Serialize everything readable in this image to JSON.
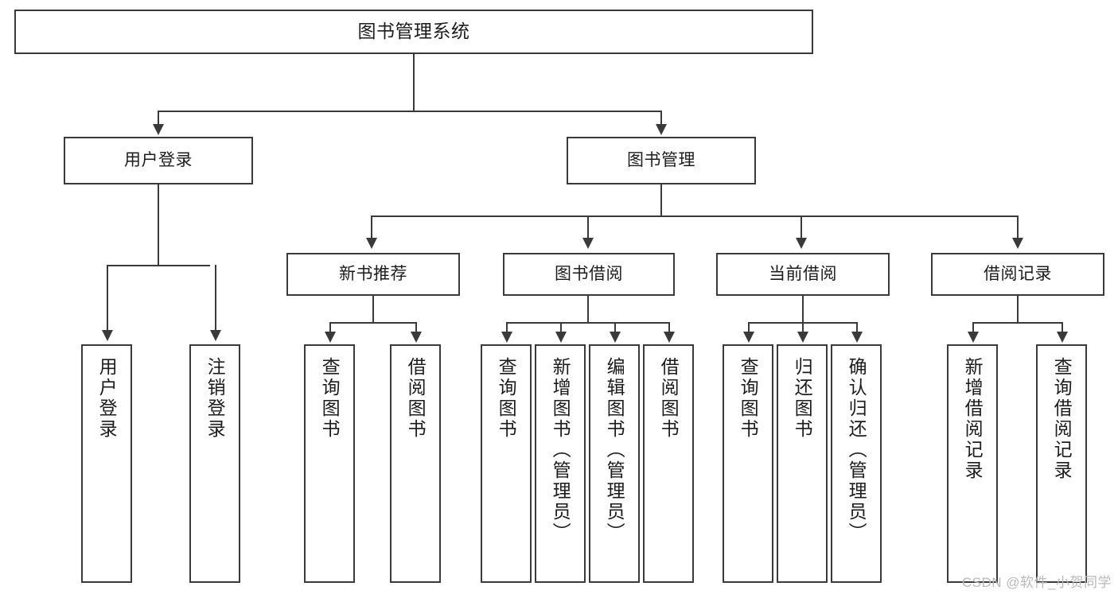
{
  "diagram": {
    "title": "图书管理系统",
    "type": "tree",
    "watermark": "CSDN @软件_小贺同学",
    "colors": {
      "stroke": "#3a3a3a",
      "fill": "#ffffff",
      "text": "#1c1c1c",
      "watermark": "#b9b9b9"
    },
    "root": {
      "label": "图书管理系统"
    },
    "level2": [
      {
        "label": "用户登录"
      },
      {
        "label": "图书管理"
      }
    ],
    "level3": [
      {
        "label": "新书推荐"
      },
      {
        "label": "图书借阅"
      },
      {
        "label": "当前借阅"
      },
      {
        "label": "借阅记录"
      }
    ],
    "leaves": {
      "user_login": [
        {
          "label": "用户登录"
        },
        {
          "label": "注销登录"
        }
      ],
      "new_book_recommend": [
        {
          "label": "查询图书"
        },
        {
          "label": "借阅图书"
        }
      ],
      "book_borrow": [
        {
          "label": "查询图书"
        },
        {
          "label": "新增图书（管理员）"
        },
        {
          "label": "编辑图书（管理员）"
        },
        {
          "label": "借阅图书"
        }
      ],
      "current_borrow": [
        {
          "label": "查询图书"
        },
        {
          "label": "归还图书"
        },
        {
          "label": "确认归还（管理员）"
        }
      ],
      "borrow_record": [
        {
          "label": "新增借阅记录"
        },
        {
          "label": "查询借阅记录"
        }
      ]
    }
  }
}
